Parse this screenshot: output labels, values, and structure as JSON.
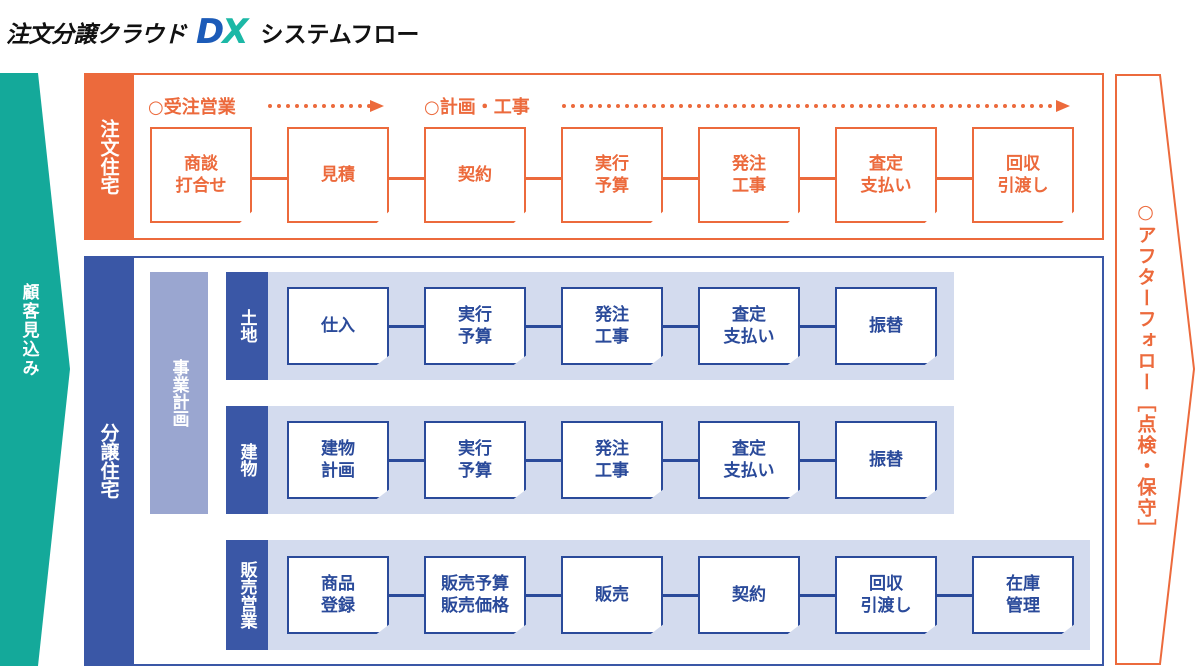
{
  "title": {
    "main": "注文分譲クラウド",
    "dx_d": "D",
    "dx_x": "X",
    "sub": "システムフロー"
  },
  "customer_prospect": "顧客見込み",
  "after_follow": "○アフターフォロー［点検・保守］",
  "colors": {
    "orange": "#ec6a3c",
    "blue": "#2a4a9a",
    "teal": "#14a99a",
    "lane_bg": "#d3dbee",
    "plan_tab": "#9aa6d0"
  },
  "custom_home": {
    "label": "注文住宅",
    "phase_sales": "○受注営業",
    "phase_plan": "○計画・工事",
    "steps": [
      "商談\n打合せ",
      "見積",
      "契約",
      "実行\n予算",
      "発注\n工事",
      "査定\n支払い",
      "回収\n引渡し"
    ]
  },
  "subdivision": {
    "label": "分譲住宅",
    "plan_label": "事業計画",
    "land": {
      "label": "土地",
      "steps": [
        "仕入",
        "実行\n予算",
        "発注\n工事",
        "査定\n支払い",
        "振替"
      ]
    },
    "building": {
      "label": "建物",
      "steps": [
        "建物\n計画",
        "実行\n予算",
        "発注\n工事",
        "査定\n支払い",
        "振替"
      ]
    },
    "sales": {
      "label": "販売営業",
      "steps": [
        "商品\n登録",
        "販売予算\n販売価格",
        "販売",
        "契約",
        "回収\n引渡し",
        "在庫\n管理"
      ]
    }
  }
}
